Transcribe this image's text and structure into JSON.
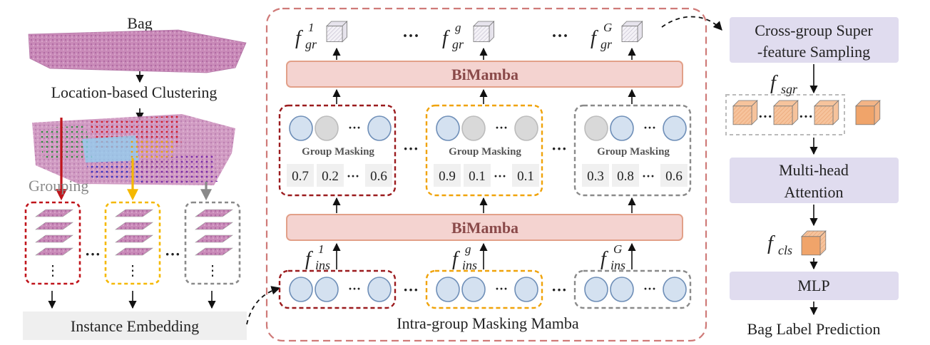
{
  "left": {
    "bag_label": "Bag",
    "clustering_label": "Location-based Clustering",
    "grouping_label": "Grouping",
    "embedding_label": "Instance Embedding",
    "ellipsis": "···",
    "vdots": "⋮"
  },
  "middle": {
    "title": "Intra-group Masking Mamba",
    "bimamba_label": "BiMamba",
    "group_masking_label": "Group Masking",
    "ellipsis": "···",
    "gr_symbol": "f",
    "gr_sub": "gr",
    "ins_sub": "ins",
    "superscripts": [
      "1",
      "g",
      "G"
    ],
    "groups": [
      {
        "color": "#9b1b1e",
        "scores": [
          "0.7",
          "0.2",
          "0.6"
        ],
        "masked": [
          false,
          true,
          false
        ]
      },
      {
        "color": "#f0a30a",
        "scores": [
          "0.9",
          "0.1",
          "0.1"
        ],
        "masked": [
          false,
          true,
          true
        ]
      },
      {
        "color": "#8a8a8a",
        "scores": [
          "0.3",
          "0.8",
          "0.6"
        ],
        "masked": [
          true,
          false,
          false
        ]
      }
    ]
  },
  "right": {
    "sampling_label_line1": "Cross-group Super",
    "sampling_label_line2": "-feature Sampling",
    "fsgr_symbol": "f",
    "fsgr_sub": "sgr",
    "attention_line1": "Multi-head",
    "attention_line2": "Attention",
    "fcls_symbol": "f",
    "fcls_sub": "cls",
    "mlp_label": "MLP",
    "prediction_label": "Bag Label Prediction",
    "ellipsis": "···"
  },
  "colors": {
    "bimamba_fill": "#f4d3d0",
    "bimamba_stroke": "#e2a089",
    "purple_box": "#e0dcef",
    "circle_fill": "#d4e1f0",
    "circle_stroke": "#6f8fb8",
    "masked_fill": "#d9d9d9",
    "red_arrow": "#c0141b",
    "yellow_arrow": "#f5b800",
    "grey_arrow": "#8a8a8a",
    "main_frame": "#cf7a78",
    "score_bg": "#f0f0f0",
    "cube_orange": "#f6c39c",
    "cube_dark_orange": "#f0a46a"
  }
}
